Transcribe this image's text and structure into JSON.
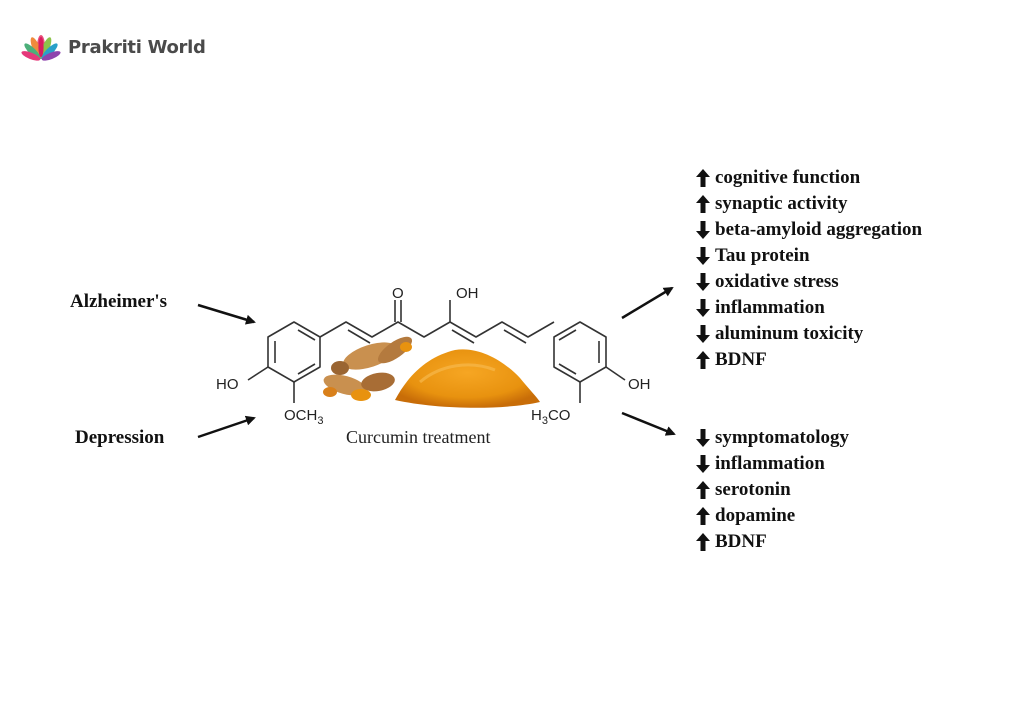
{
  "brand": {
    "name": "Prakriti World"
  },
  "diagram": {
    "conditions": {
      "alzheimers": "Alzheimer's",
      "depression": "Depression"
    },
    "molecule": {
      "carbonyl": "O",
      "hydroxyl_top": "OH",
      "left_hydroxyl": "HO",
      "left_methoxy": "OCH",
      "left_methoxy_sub": "3",
      "right_hydroxyl": "OH",
      "right_methoxy_prefix": "H",
      "right_methoxy_sub": "3",
      "right_methoxy_suffix": "CO"
    },
    "caption": "Curcumin treatment",
    "alzheimers_effects": [
      {
        "direction": "up",
        "text": "cognitive function"
      },
      {
        "direction": "up",
        "text": "synaptic activity"
      },
      {
        "direction": "down",
        "text": "beta-amyloid aggregation"
      },
      {
        "direction": "down",
        "text": "Tau protein"
      },
      {
        "direction": "down",
        "text": "oxidative stress"
      },
      {
        "direction": "down",
        "text": "inflammation"
      },
      {
        "direction": "down",
        "text": "aluminum toxicity"
      },
      {
        "direction": "up",
        "text": "BDNF"
      }
    ],
    "depression_effects": [
      {
        "direction": "down",
        "text": "symptomatology"
      },
      {
        "direction": "down",
        "text": "inflammation"
      },
      {
        "direction": "up",
        "text": "serotonin"
      },
      {
        "direction": "up",
        "text": "dopamine"
      },
      {
        "direction": "up",
        "text": "BDNF"
      }
    ]
  },
  "colors": {
    "turmeric": "#e8920f",
    "turmeric_dark": "#c86d08",
    "root": "#c9904f",
    "root_dark": "#9a6532",
    "logo_text": "#4a4a4a"
  }
}
